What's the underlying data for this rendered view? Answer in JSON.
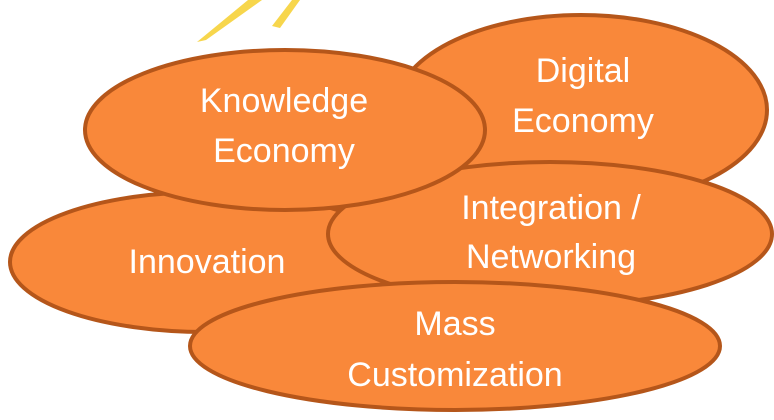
{
  "colors": {
    "fill": "#F9883A",
    "stroke": "#B5561A",
    "text": "#FFFFFF",
    "burst": "#F7D64C"
  },
  "ellipses": {
    "digital": {
      "line1": "Digital",
      "line2": "Economy"
    },
    "knowledge": {
      "line1": "Knowledge",
      "line2": "Economy"
    },
    "innovation": {
      "line1": "Innovation"
    },
    "integration": {
      "line1": "Integration /",
      "line2": "Networking"
    },
    "mass": {
      "line1": "Mass",
      "line2": "Customization"
    }
  }
}
